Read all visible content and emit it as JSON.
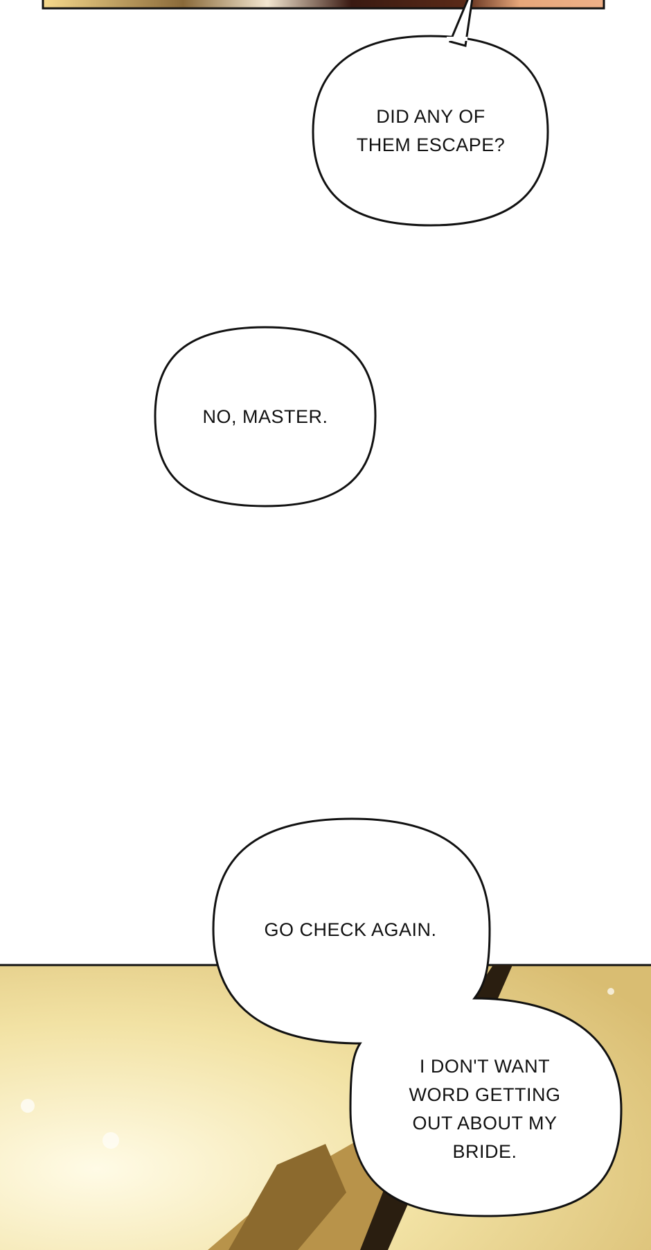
{
  "bubbles": [
    {
      "lines": [
        "DID ANY OF",
        "THEM ESCAPE?"
      ]
    },
    {
      "lines": [
        "NO, MASTER."
      ]
    },
    {
      "lines": [
        "GO CHECK AGAIN."
      ]
    },
    {
      "lines": [
        "I DON'T WANT",
        "WORD GETTING",
        "OUT ABOUT MY",
        "BRIDE."
      ]
    }
  ],
  "colors": {
    "panel_gold": "#f3e3a6",
    "ink": "#111111",
    "blade": "#b8934a"
  }
}
